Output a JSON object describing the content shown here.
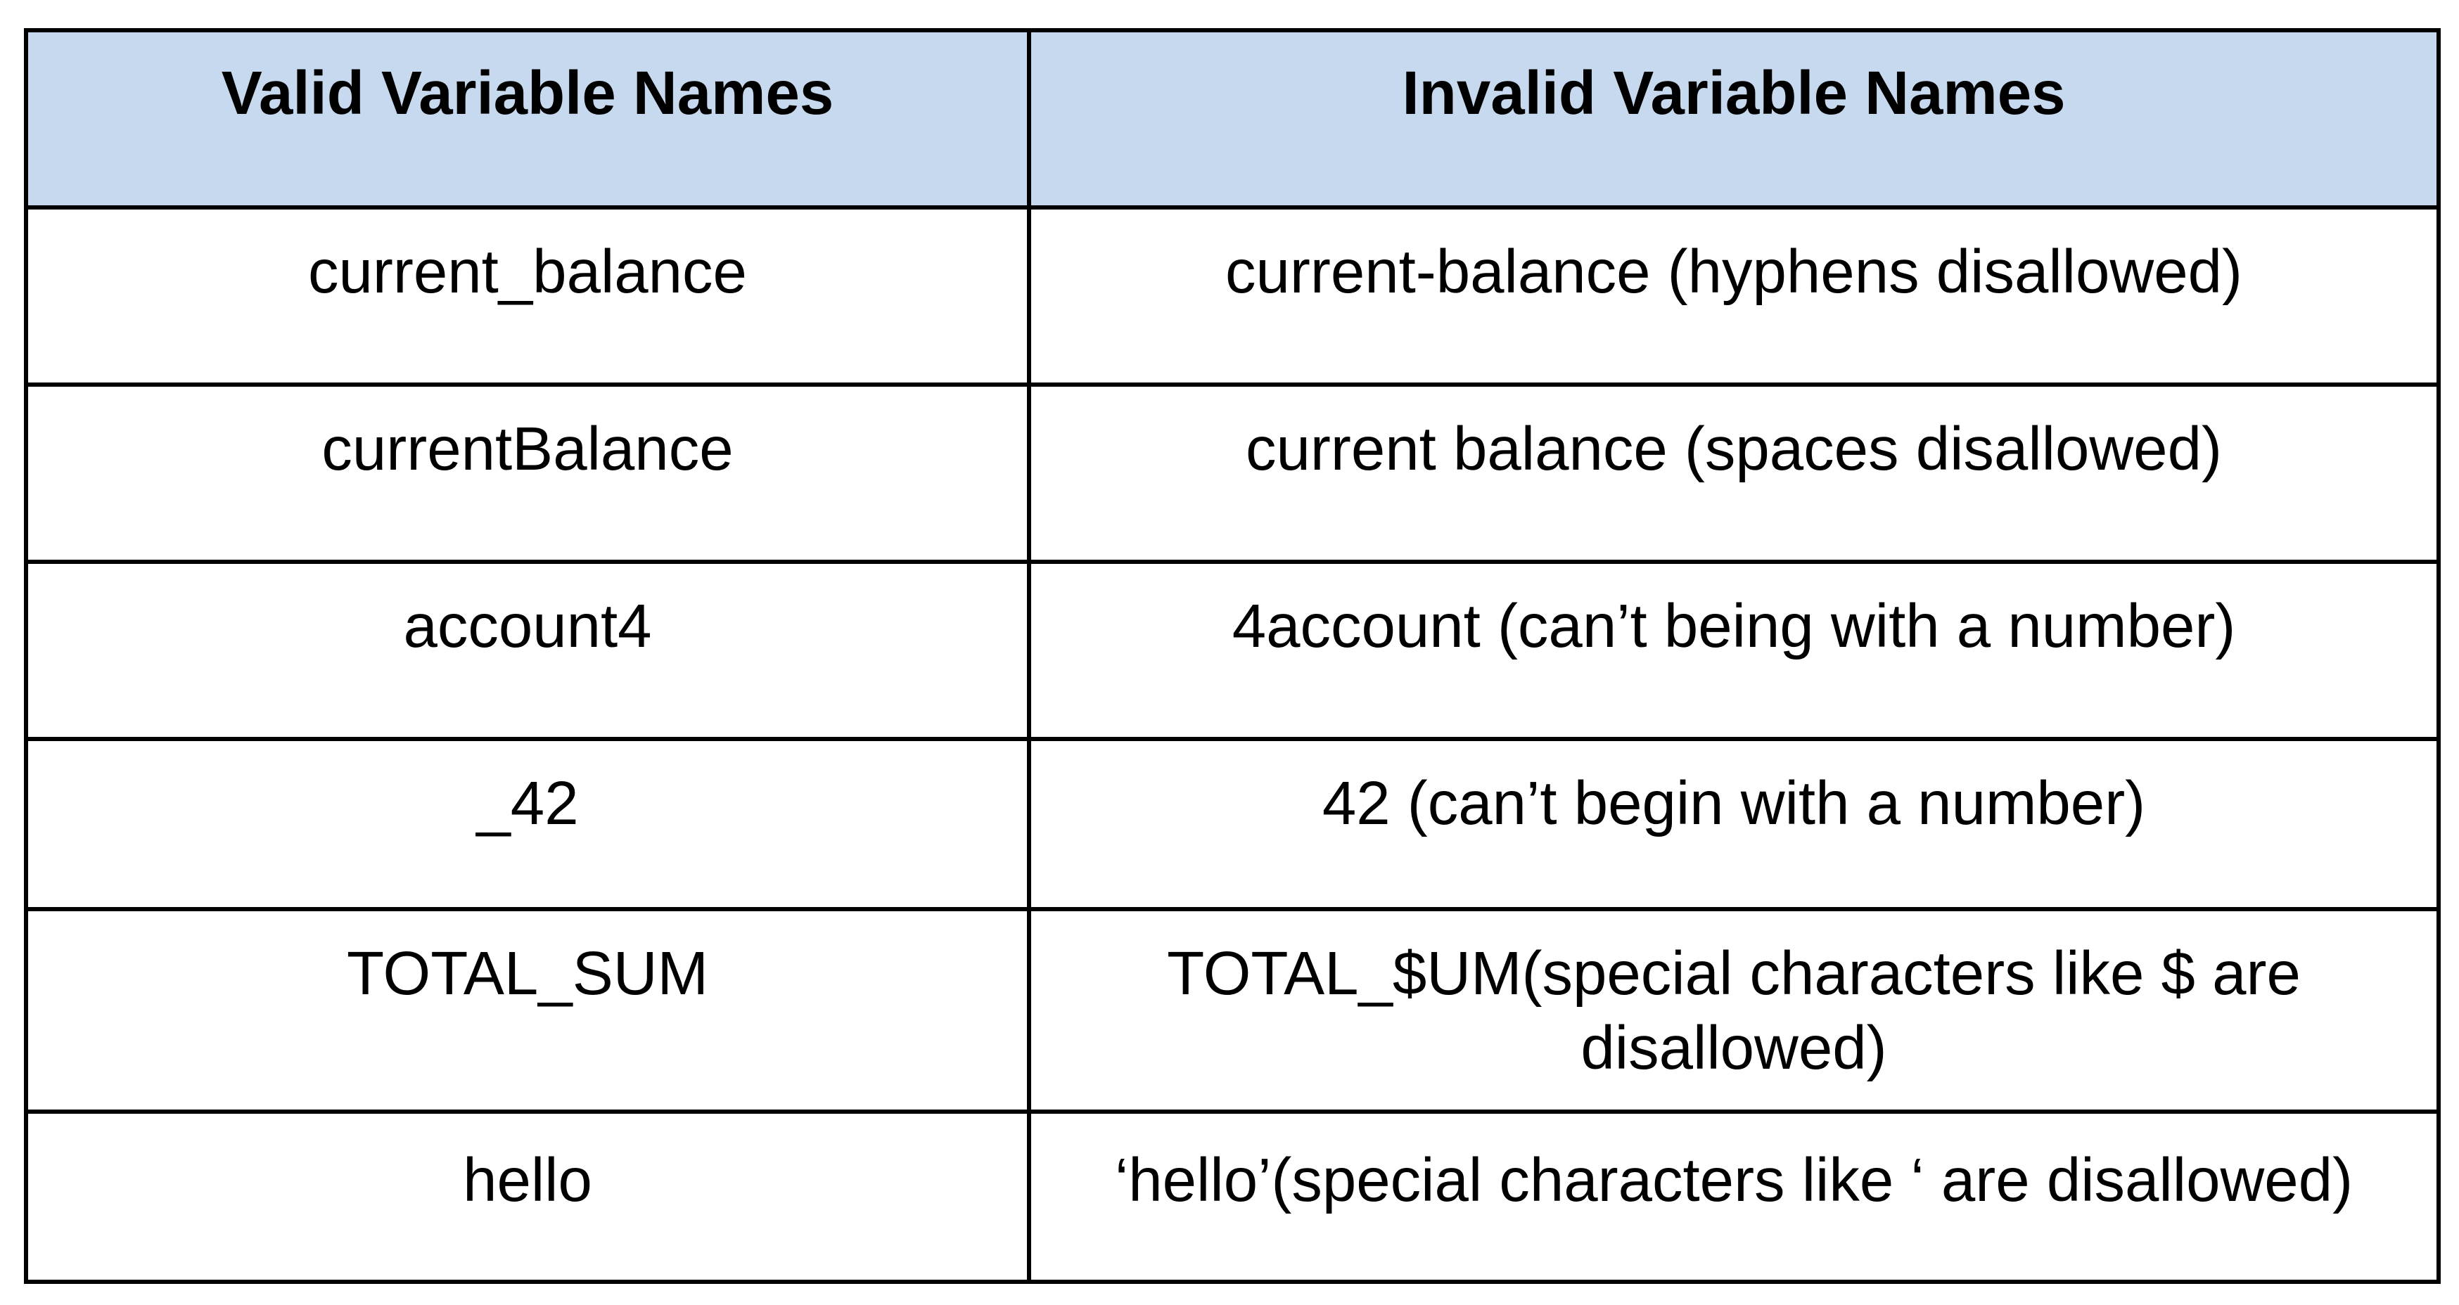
{
  "table": {
    "headers": [
      "Valid Variable Names",
      "Invalid Variable Names"
    ],
    "rows": [
      [
        "current_balance",
        "current-balance (hyphens disallowed)"
      ],
      [
        "currentBalance",
        "current balance (spaces disallowed)"
      ],
      [
        "account4",
        "4account (can’t being with a number)"
      ],
      [
        "_42",
        "42 (can’t begin with a number)"
      ],
      [
        "TOTAL_SUM",
        "TOTAL_$UM(special characters like $ are disallowed)"
      ],
      [
        "hello",
        "‘hello’(special characters like ‘ are disallowed)"
      ]
    ]
  },
  "colors": {
    "header_background": "#c6d9ee",
    "border": "#000000"
  }
}
